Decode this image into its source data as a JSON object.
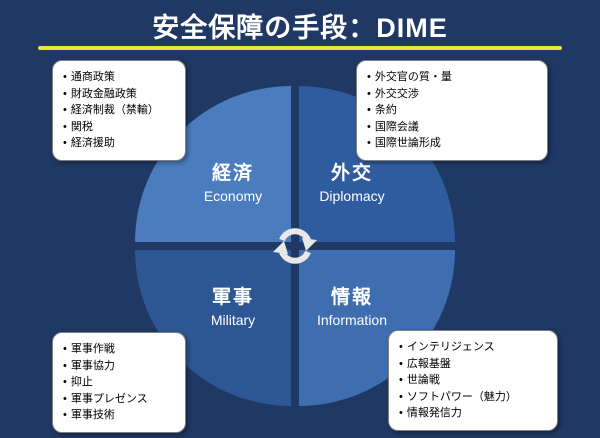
{
  "title": "安全保障の手段：DIME",
  "colors": {
    "background": "#1F3864",
    "underline": "#E6E63C",
    "box_background": "#FFFFFF",
    "label_text": "#FFFFFF"
  },
  "quadrants": {
    "economy": {
      "jp": "経済",
      "en": "Economy",
      "color": "#4A7CBE"
    },
    "diplomacy": {
      "jp": "外交",
      "en": "Diplomacy",
      "color": "#2E5C9E"
    },
    "military": {
      "jp": "軍事",
      "en": "Military",
      "color": "#2C5794"
    },
    "information": {
      "jp": "情報",
      "en": "Information",
      "color": "#3E6DB0"
    }
  },
  "boxes": {
    "economy": [
      "通商政策",
      "財政金融政策",
      "経済制裁（禁輸）",
      "関税",
      "経済援助"
    ],
    "diplomacy": [
      "外交官の質・量",
      "外交交渉",
      "条約",
      "国際会議",
      "国際世論形成"
    ],
    "military": [
      "軍事作戦",
      "軍事協力",
      "抑止",
      "軍事プレゼンス",
      "軍事技術"
    ],
    "information": [
      "インテリジェンス",
      "広報基盤",
      "世論戦",
      "ソフトパワー（魅力）",
      "情報発信力"
    ]
  },
  "icons": {
    "center": "cycle-arrows-icon"
  }
}
